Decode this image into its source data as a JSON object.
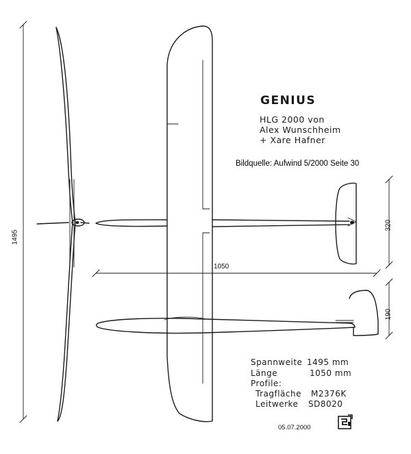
{
  "title": "GENIUS",
  "subtitle_lines": [
    "HLG 2000 von",
    "Alex Wunschheim",
    "+ Xare Hafner"
  ],
  "source": "Bildquelle: Aufwind 5/2000 Seite 30",
  "dimensions": {
    "span": "1495",
    "length": "1050",
    "tail_span": "320",
    "tail_height": "190"
  },
  "specs": {
    "span_label": "Spannweite",
    "span_value": "1495 mm",
    "length_label": "Länge",
    "length_value": "1050 mm",
    "profiles_label": "Profile:",
    "wing_label": "Tragfläche",
    "wing_value": "M2376K",
    "tail_label": "Leitwerke",
    "tail_value": "SD8020"
  },
  "date": "05.07.2000",
  "logo_icon": "signature-logo-icon"
}
